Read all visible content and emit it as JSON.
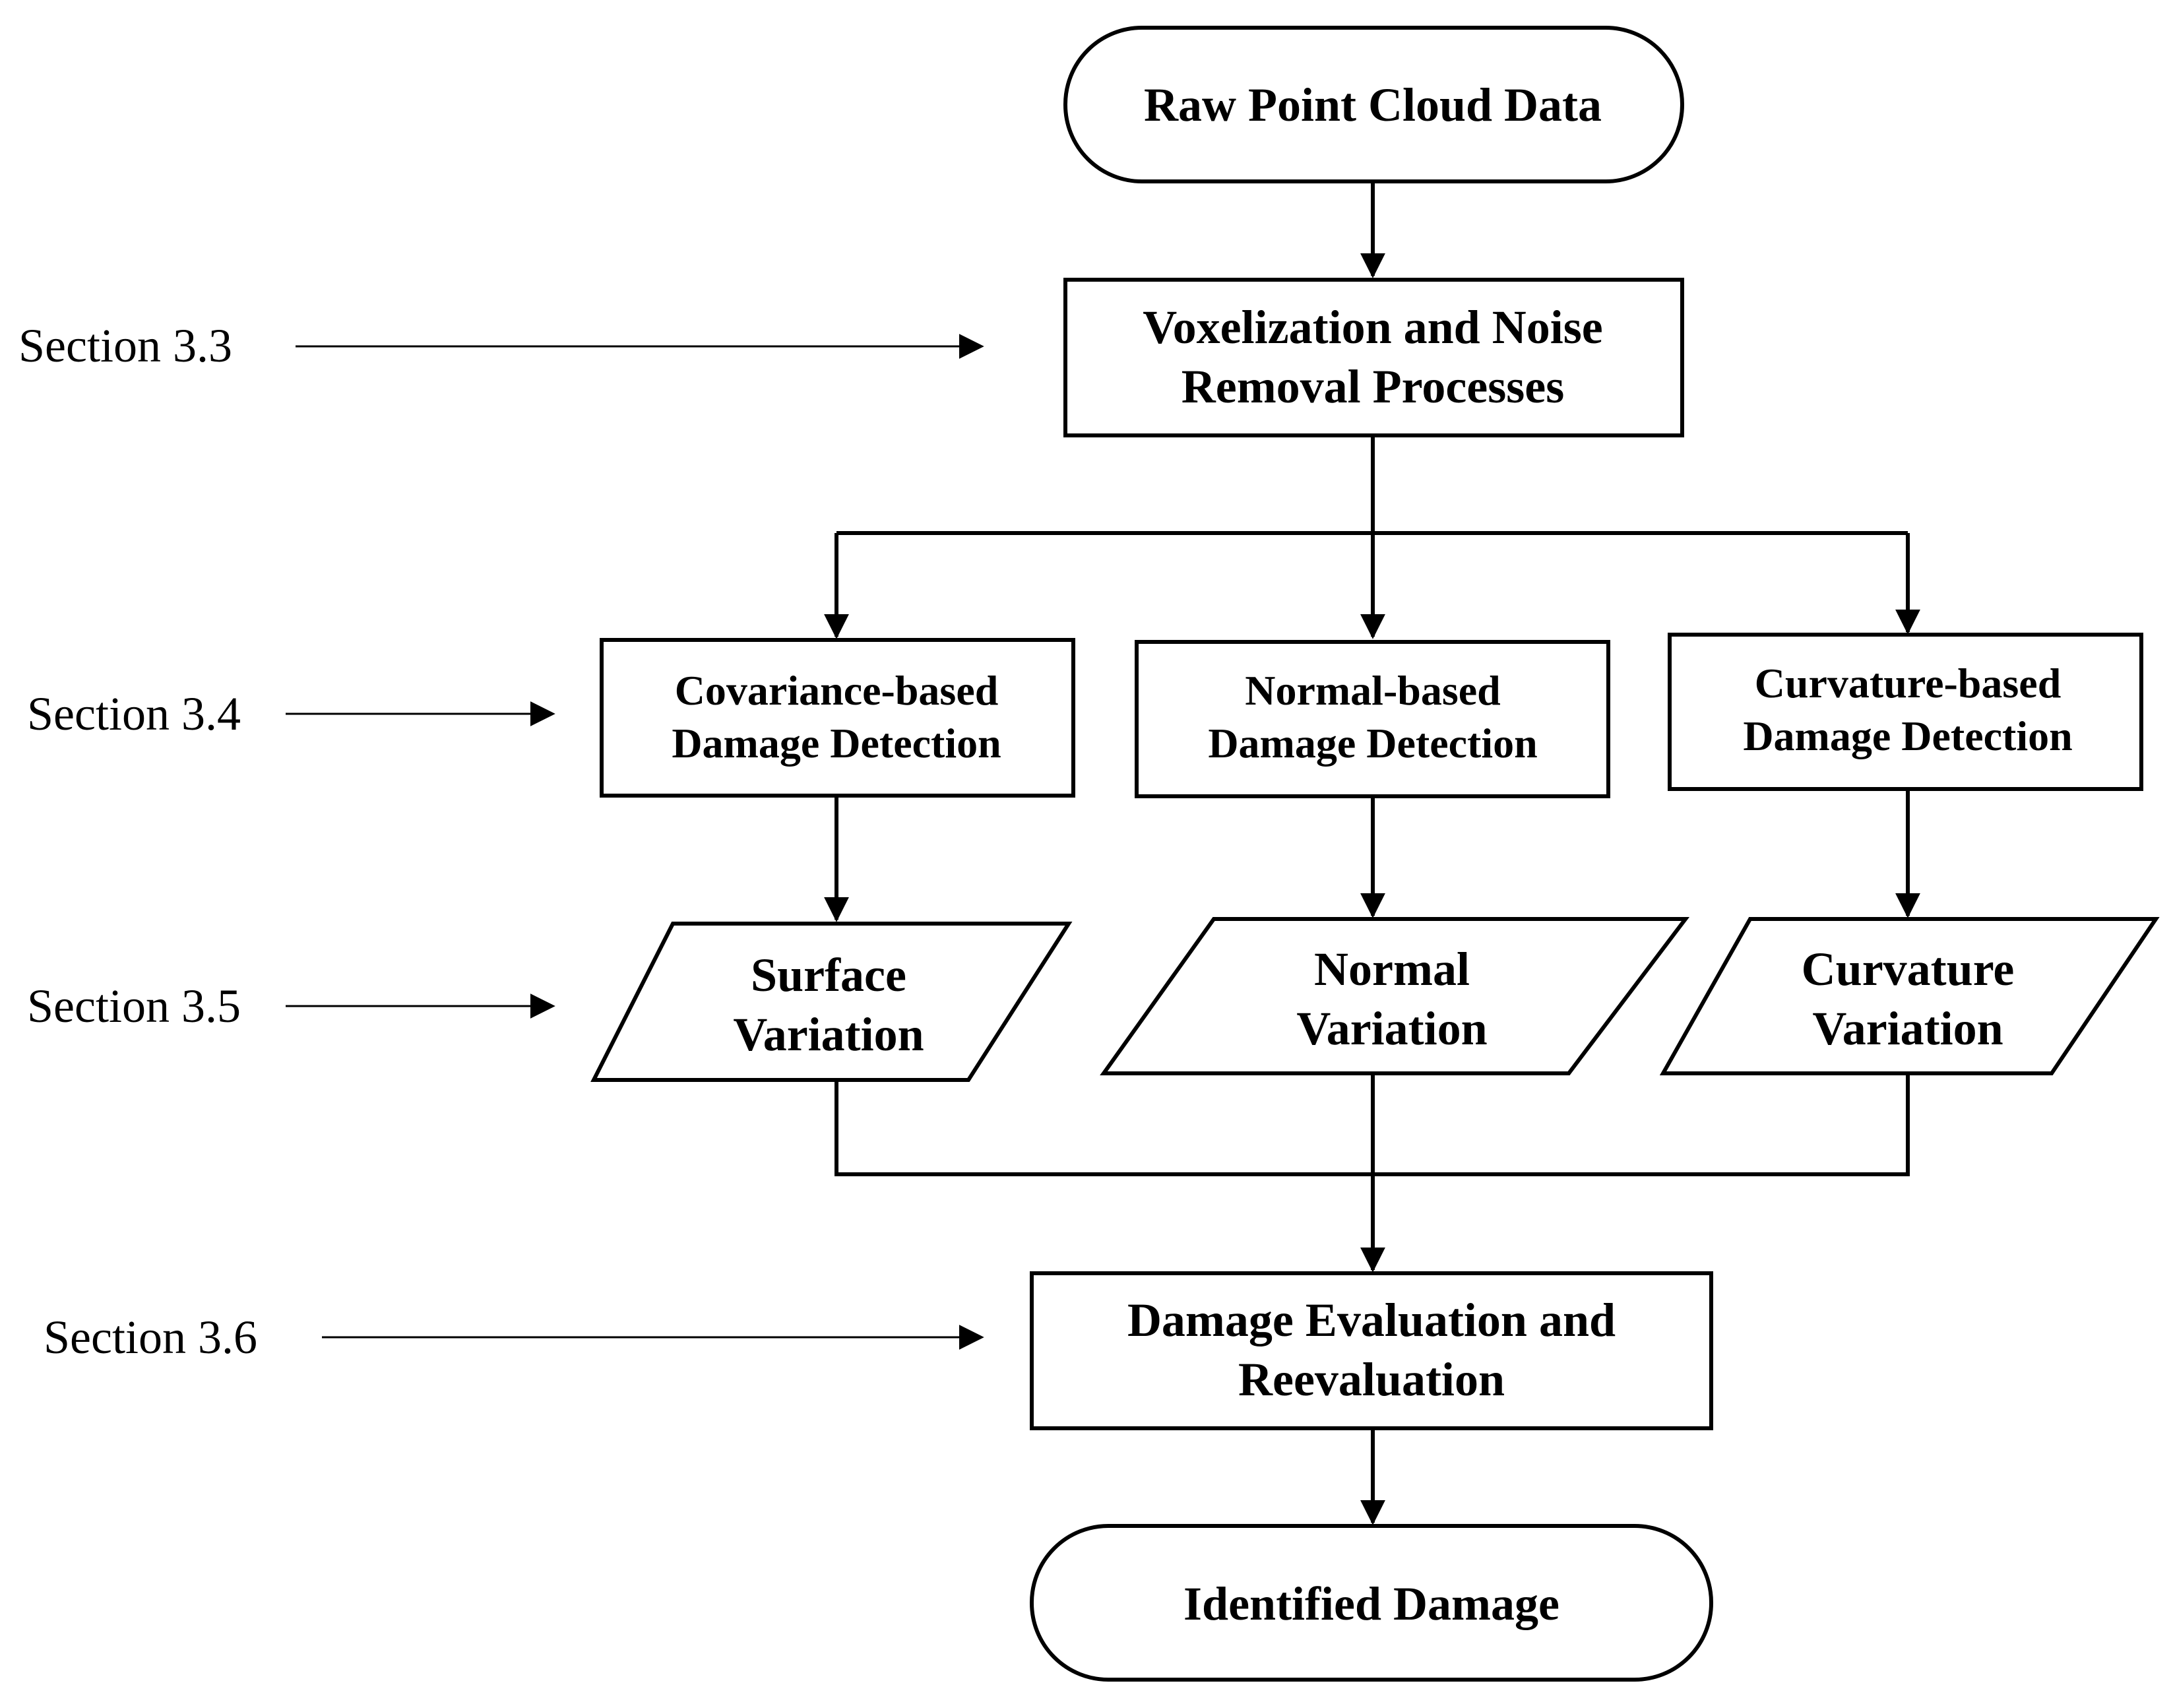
{
  "nodes": {
    "start": {
      "label": [
        "Raw Point Cloud Data"
      ]
    },
    "preprocess": {
      "label": [
        "Voxelization and Noise",
        "Removal Processes"
      ]
    },
    "covariance": {
      "label": [
        "Covariance-based",
        "Damage Detection"
      ]
    },
    "normal": {
      "label": [
        "Normal-based",
        "Damage Detection"
      ]
    },
    "curvature": {
      "label": [
        "Curvature-based",
        "Damage Detection"
      ]
    },
    "surface_var": {
      "label": [
        "Surface",
        "Variation"
      ]
    },
    "normal_var": {
      "label": [
        "Normal",
        "Variation"
      ]
    },
    "curvature_var": {
      "label": [
        "Curvature",
        "Variation"
      ]
    },
    "evaluation": {
      "label": [
        "Damage Evaluation and",
        "Reevaluation"
      ]
    },
    "end": {
      "label": [
        "Identified Damage"
      ]
    }
  },
  "sections": [
    {
      "label": "Section 3.3"
    },
    {
      "label": "Section 3.4"
    },
    {
      "label": "Section 3.5"
    },
    {
      "label": "Section 3.6"
    }
  ],
  "colors": {
    "stroke": "#000000",
    "fill": "#ffffff",
    "background": "#ffffff"
  }
}
